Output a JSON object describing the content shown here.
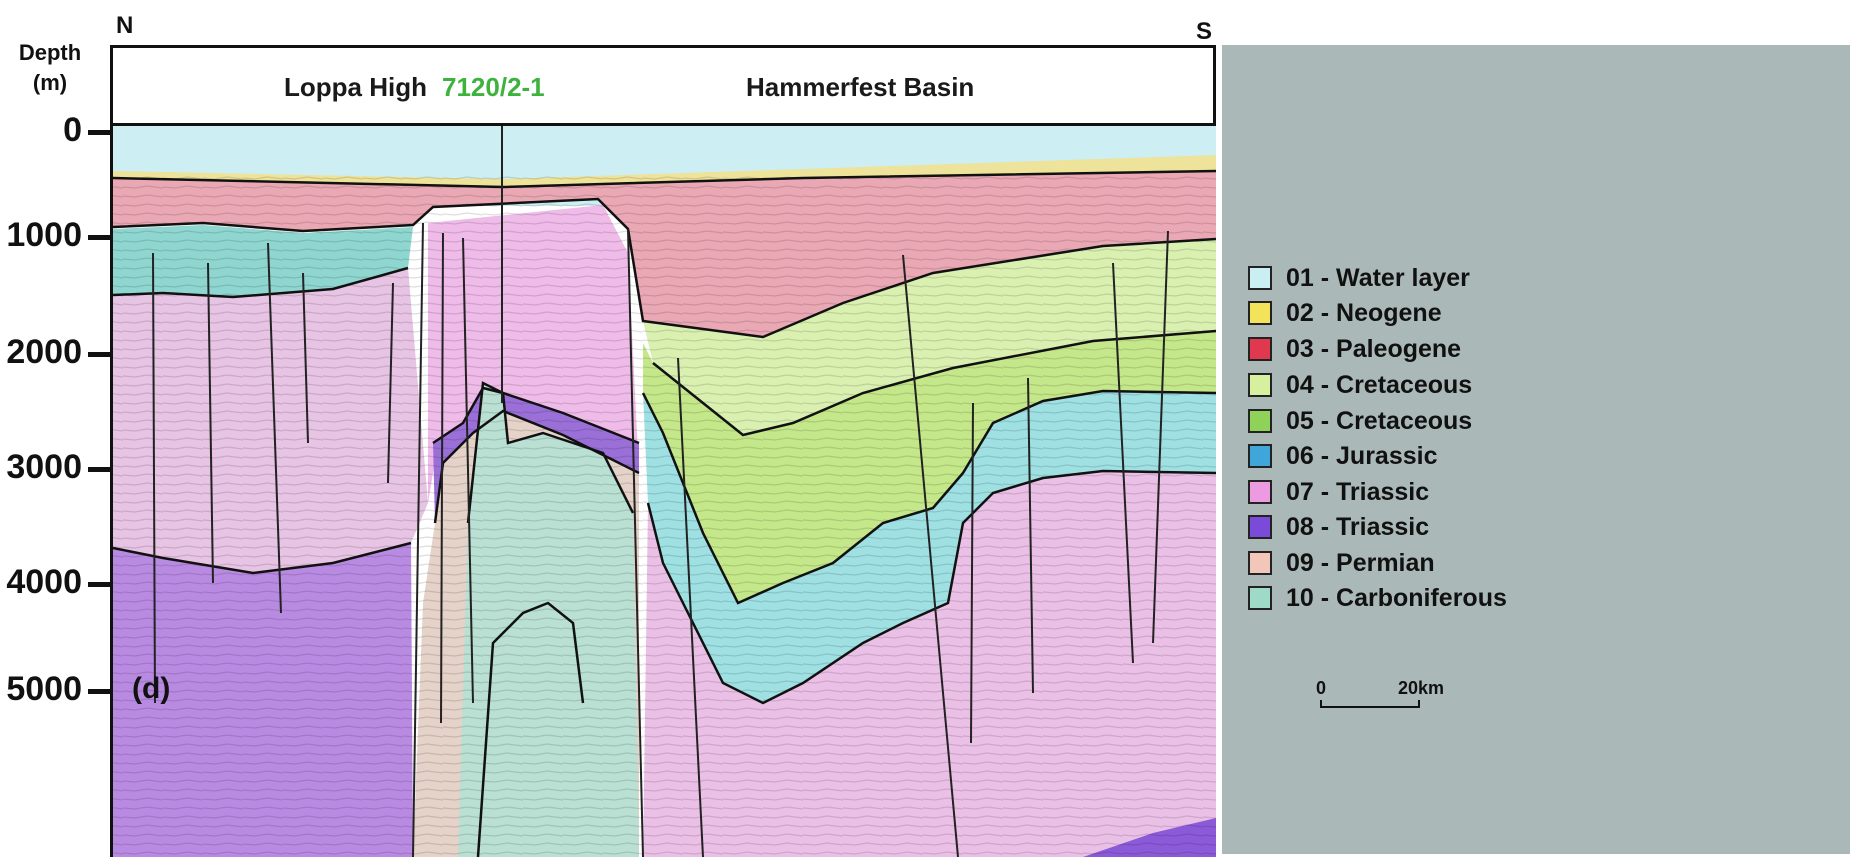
{
  "compass": {
    "north": "N",
    "south": "S"
  },
  "axis": {
    "title_line1": "Depth",
    "title_line2": "(m)",
    "ticks": [
      "0",
      "1000",
      "2000",
      "3000",
      "4000",
      "5000"
    ]
  },
  "header": {
    "left_label": "Loppa High",
    "well": "7120/2-1",
    "right_label": "Hammerfest Basin"
  },
  "panel_tag": "(d)",
  "legend": [
    {
      "label": "01 - Water layer",
      "color": "#c9eff3"
    },
    {
      "label": "02 - Neogene",
      "color": "#f2e35a"
    },
    {
      "label": "03 - Paleogene",
      "color": "#e0394f"
    },
    {
      "label": "04 - Cretaceous",
      "color": "#d6f0a0"
    },
    {
      "label": "05 - Cretaceous",
      "color": "#8fd25a"
    },
    {
      "label": "06 - Jurassic",
      "color": "#3ea6d8"
    },
    {
      "label": "07 - Triassic",
      "color": "#ec9be0"
    },
    {
      "label": "08 - Triassic",
      "color": "#7a4ad8"
    },
    {
      "label": "09 - Permian",
      "color": "#f2c6b8"
    },
    {
      "label": "10 - Carboniferous",
      "color": "#9fd9c8"
    }
  ],
  "scale_bar": {
    "start": "0",
    "end": "20km"
  }
}
